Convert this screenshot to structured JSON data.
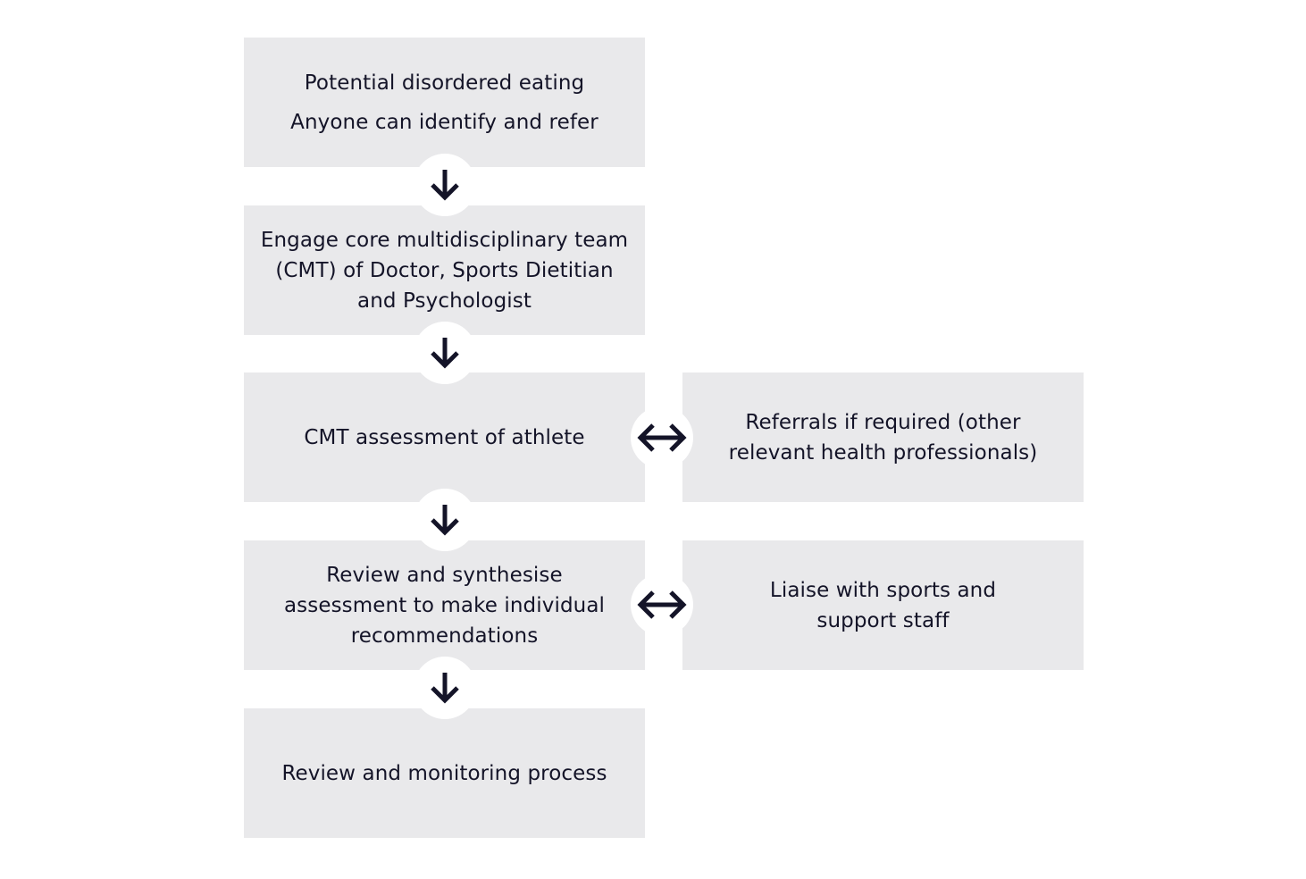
{
  "nodes": {
    "potential": {
      "line1": "Potential disordered eating",
      "line2": "Anyone can identify and refer"
    },
    "engage": {
      "line1": "Engage core multidisciplinary team",
      "line2": "(CMT) of Doctor, Sports Dietitian",
      "line3": "and Psychologist"
    },
    "assessment": {
      "line1": "CMT assessment of athlete"
    },
    "referrals": {
      "line1": "Referrals if required (other",
      "line2": "relevant health professionals)"
    },
    "review_synthesise": {
      "line1": "Review and synthesise",
      "line2": "assessment to make individual",
      "line3": "recommendations"
    },
    "liaise": {
      "line1": "Liaise with sports and",
      "line2": "support staff"
    },
    "monitoring": {
      "line1": "Review and monitoring process"
    }
  },
  "colors": {
    "box_fill": "#e9e9eb",
    "arrow": "#141428",
    "background": "#ffffff"
  },
  "icons": {
    "down_arrow": "arrow-down-icon",
    "double_arrow": "double-arrow-icon"
  }
}
